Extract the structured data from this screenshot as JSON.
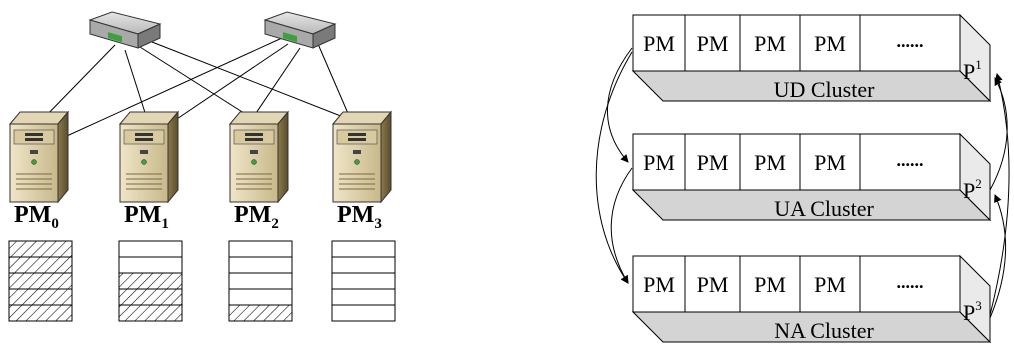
{
  "left_panel": {
    "switches": [
      {
        "icon": "network-switch-icon"
      },
      {
        "icon": "network-switch-icon"
      }
    ],
    "servers": [
      {
        "icon": "server-tower-icon",
        "label": "PM",
        "subscript": "0",
        "hatched_slots": 5,
        "total_slots": 5
      },
      {
        "icon": "server-tower-icon",
        "label": "PM",
        "subscript": "1",
        "hatched_slots": 3,
        "total_slots": 5
      },
      {
        "icon": "server-tower-icon",
        "label": "PM",
        "subscript": "2",
        "hatched_slots": 1,
        "total_slots": 5
      },
      {
        "icon": "server-tower-icon",
        "label": "PM",
        "subscript": "3",
        "hatched_slots": 0,
        "total_slots": 5
      }
    ]
  },
  "right_panel": {
    "clusters": [
      {
        "cells": [
          "PM",
          "PM",
          "PM",
          "PM",
          "......"
        ],
        "label": "UD Cluster",
        "pool": "P",
        "pool_sup": "1"
      },
      {
        "cells": [
          "PM",
          "PM",
          "PM",
          "PM",
          "......"
        ],
        "label": "UA Cluster",
        "pool": "P",
        "pool_sup": "2"
      },
      {
        "cells": [
          "PM",
          "PM",
          "PM",
          "PM",
          "......"
        ],
        "label": "NA Cluster",
        "pool": "P",
        "pool_sup": "3"
      }
    ]
  }
}
